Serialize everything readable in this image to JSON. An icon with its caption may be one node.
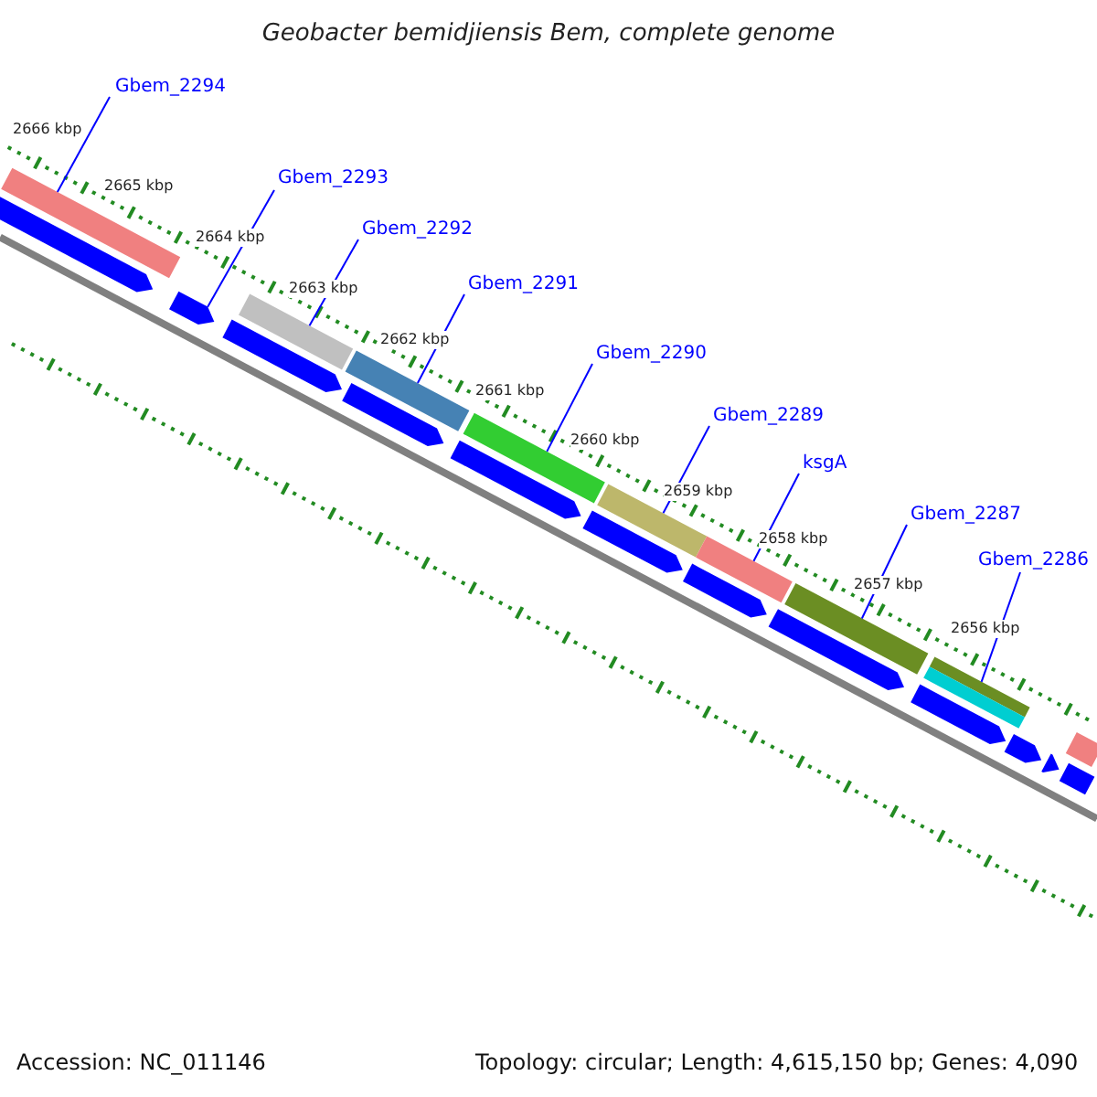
{
  "diagram": {
    "title": "Geobacter bemidjiensis Bem, complete genome",
    "nodes": [
      {
        "text": [
          "Gbem_2294"
        ]
      },
      {
        "text": [
          "Gbem_2293"
        ]
      },
      {
        "text": [
          "Gbem_2292"
        ]
      },
      {
        "text": [
          "Gbem_2291"
        ]
      },
      {
        "text": [
          "Gbem_2290"
        ]
      },
      {
        "text": [
          "Gbem_2289"
        ]
      },
      {
        "text": [
          "ksgA"
        ]
      },
      {
        "text": [
          "Gbem_2287"
        ]
      },
      {
        "text": [
          "Gbem_2286"
        ]
      },
      {
        "text": [],
        "shape": "bar"
      },
      {
        "text": [],
        "shape": "bar"
      },
      {
        "text": [],
        "shape": "bar"
      },
      {
        "text": [],
        "shape": "bar"
      },
      {
        "text": [],
        "shape": "bar"
      },
      {
        "text": [],
        "shape": "bar"
      },
      {
        "text": [],
        "shape": "bar"
      },
      {
        "text": [],
        "shape": "bar"
      },
      {
        "text": [],
        "shape": "bar"
      },
      {
        "text": [],
        "shape": "bar"
      },
      {
        "text": [],
        "shape": "bar"
      },
      {
        "text": [],
        "shape": "bar"
      },
      {
        "text": [],
        "shape": "bar"
      },
      {
        "text": [],
        "shape": "bar"
      },
      {
        "text": [],
        "shape": "bar"
      },
      {
        "text": [],
        "shape": "bar"
      },
      {
        "text": [],
        "shape": "bar"
      },
      {
        "text": [],
        "shape": "bar"
      },
      {
        "text": [],
        "shape": "bar"
      },
      {
        "text": [],
        "shape": "bar"
      },
      {
        "text": [],
        "shape": "bar"
      },
      {
        "text": [],
        "shape": "bar"
      }
    ],
    "edges": [
      {
        "from": 0,
        "to": 9,
        "arrow": "none"
      },
      {
        "from": 1,
        "to": 10,
        "arrow": "none"
      },
      {
        "from": 2,
        "to": 11,
        "arrow": "none"
      },
      {
        "from": 3,
        "to": 12,
        "arrow": "none"
      },
      {
        "from": 4,
        "to": 13,
        "arrow": "none"
      },
      {
        "from": 5,
        "to": 14,
        "arrow": "none"
      },
      {
        "from": 6,
        "to": 15,
        "arrow": "none"
      },
      {
        "from": 7,
        "to": 16,
        "arrow": "none"
      },
      {
        "from": 8,
        "to": 17,
        "arrow": "none"
      }
    ],
    "labels": [
      "2666 kbp",
      "2665 kbp",
      "2664 kbp",
      "2663 kbp",
      "2662 kbp",
      "2661 kbp",
      "2660 kbp",
      "2659 kbp",
      "2658 kbp",
      "2657 kbp",
      "2656 kbp",
      "Accession: NC_011146",
      "Topology: circular; Length: 4,615,150 bp; Genes: 4,090"
    ]
  }
}
